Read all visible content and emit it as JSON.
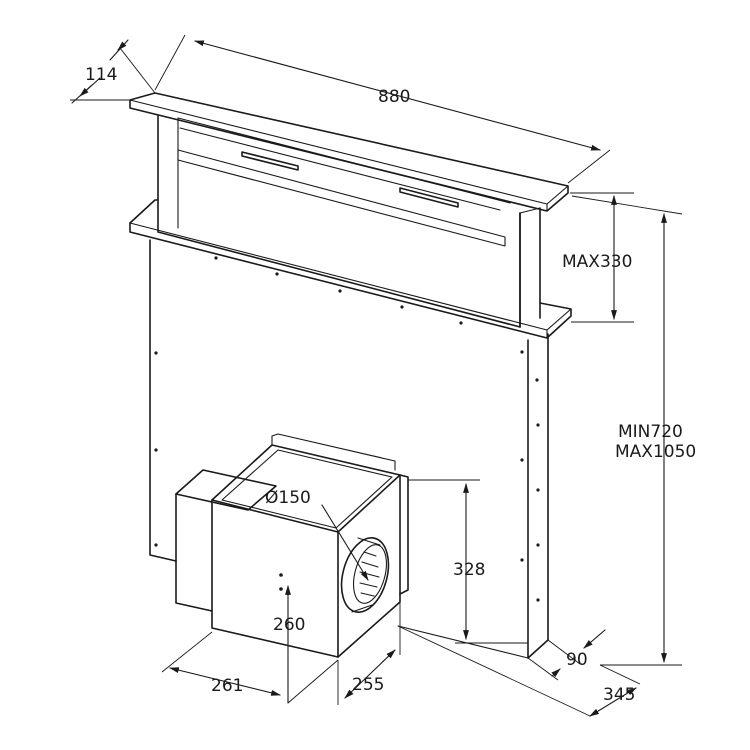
{
  "dimensions": {
    "depth_top": "114",
    "width_top": "880",
    "max_rise": "MAX330",
    "total_height_min": "MIN720",
    "total_height_max": "MAX1050",
    "duct_diameter": "Ø150",
    "motor_height": "328",
    "motor_outlet_height": "260",
    "motor_depth": "261",
    "motor_width": "255",
    "base_offset": "90",
    "base_depth": "345"
  }
}
